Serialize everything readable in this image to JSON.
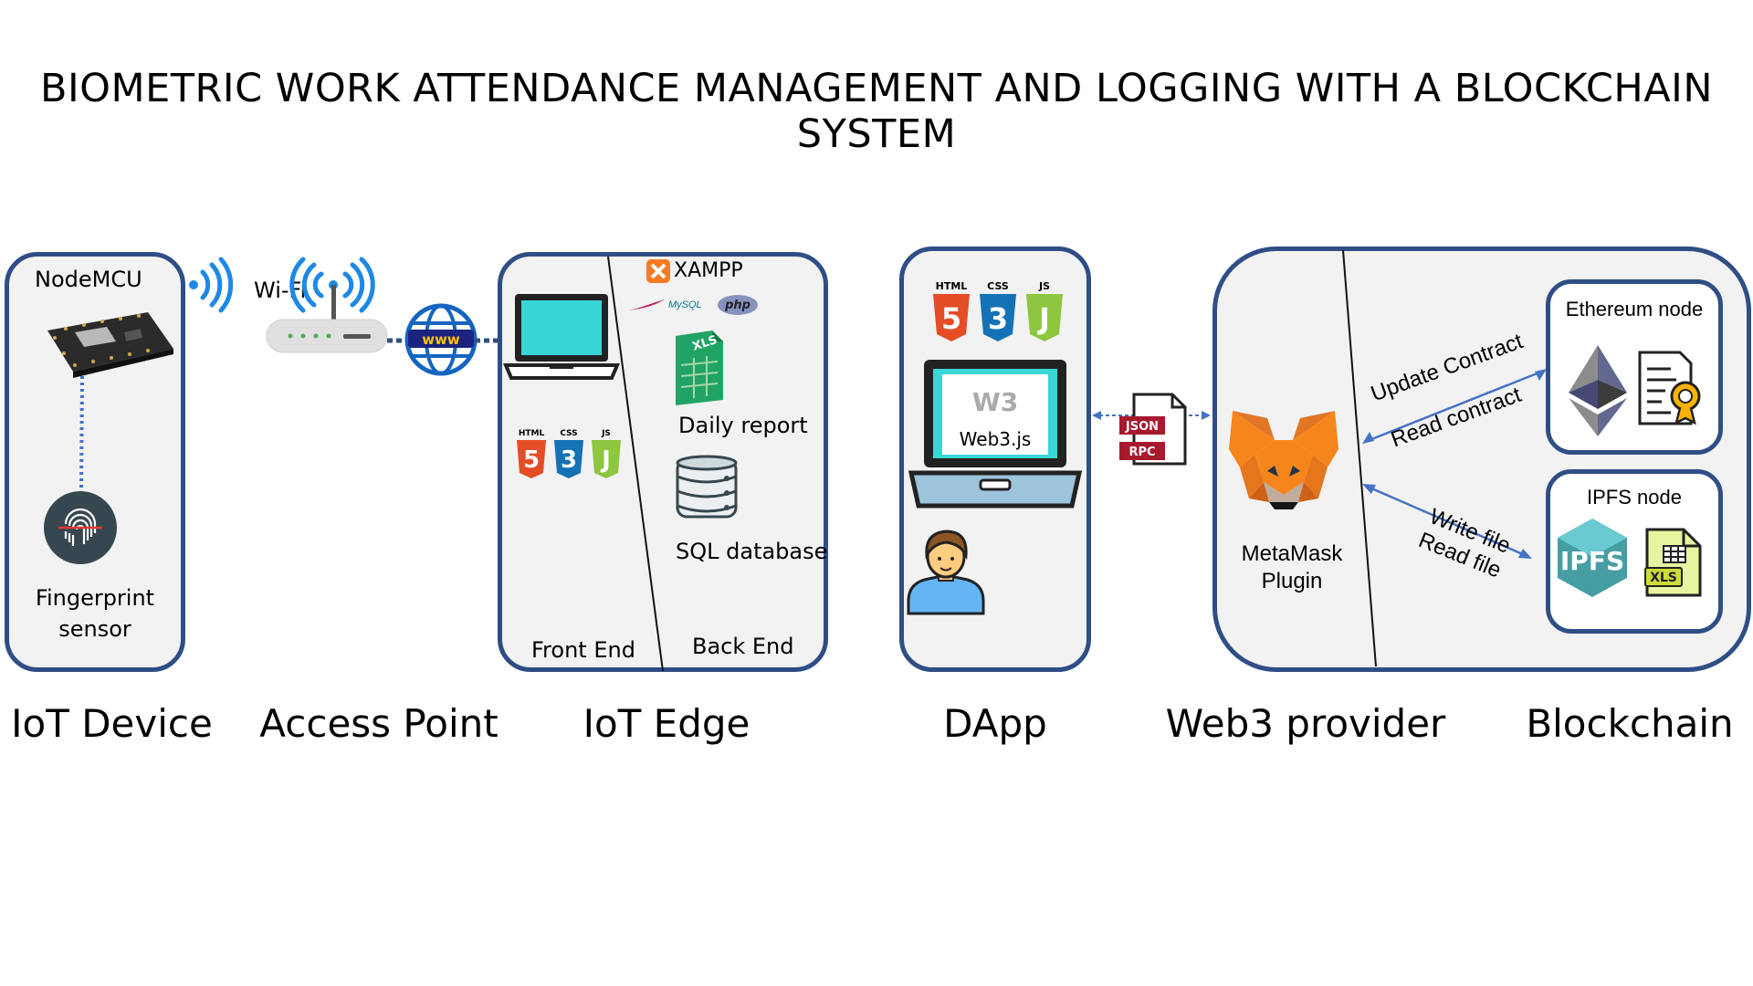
{
  "title": "BIOMETRIC WORK ATTENDANCE MANAGEMENT AND LOGGING WITH A BLOCKCHAIN SYSTEM",
  "iot_device": {
    "board_label": "NodeMCU",
    "sensor_label_1": "Fingerprint",
    "sensor_label_2": "sensor",
    "caption": "IoT Device"
  },
  "access_point": {
    "wifi_label": "Wi-Fi",
    "www_label": "www",
    "caption": "Access Point"
  },
  "iot_edge": {
    "xampp_label": "XAMPP",
    "mysql_label": "MySQL",
    "php_label": "php",
    "xls_label": "XLS",
    "report_label": "Daily report",
    "db_label": "SQL database",
    "front_label": "Front End",
    "back_label": "Back End",
    "html_tag": "HTML",
    "css_tag": "CSS",
    "js_tag": "JS",
    "caption": "IoT Edge"
  },
  "dapp": {
    "html_tag": "HTML",
    "css_tag": "CSS",
    "js_tag": "JS",
    "web3_label": "Web3.js",
    "caption": "DApp"
  },
  "rpc": {
    "json_label": "JSON",
    "rpc_label": "RPC"
  },
  "web3_provider": {
    "plugin_label_1": "MetaMask",
    "plugin_label_2": "Plugin",
    "arrow_top_1": "Update Contract",
    "arrow_top_2": "Read contract",
    "arrow_bottom_1": "Write file",
    "arrow_bottom_2": "Read file",
    "caption": "Web3 provider"
  },
  "blockchain": {
    "eth_label": "Ethereum node",
    "ipfs_label": "IPFS node",
    "ipfs_logo_text": "IPFS",
    "xls_label": "XLS",
    "caption": "Blockchain"
  },
  "colors": {
    "border": "#2f4e86",
    "arrow": "#4472c4",
    "screen": "#39d6d6",
    "html5": "#e44d26",
    "css3": "#1572b6",
    "js": "#8dc63f",
    "fox": "#f6851b"
  }
}
